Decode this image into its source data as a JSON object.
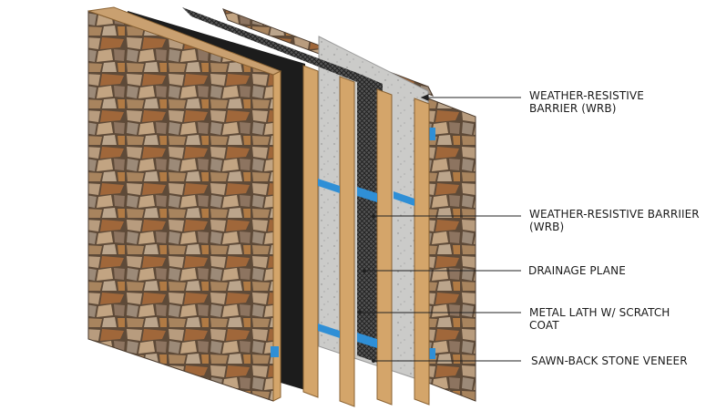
{
  "labels": [
    {
      "line1": "WEATHER-RESISTIVE",
      "line2": "BARRIER (WRB)"
    },
    {
      "line1": "WEATHER-RESISTIVE BARRIIER",
      "line2": "(WRB)"
    },
    {
      "line1": "DRAINAGE PLANE",
      "line2": ""
    },
    {
      "line1": "METAL LATH W/ SCRATCH",
      "line2": "COAT"
    },
    {
      "line1": "SAWN-BACK STONE VENEER",
      "line2": ""
    }
  ],
  "colors": {
    "stone_light": "#b49a7c",
    "stone_dark": "#7a5a3c",
    "wood": "#d4a56a",
    "wrb_black": "#1c1c1c",
    "concrete": "#c9c9c7",
    "tape_blue": "#2f8fd6",
    "leader": "#222222"
  }
}
